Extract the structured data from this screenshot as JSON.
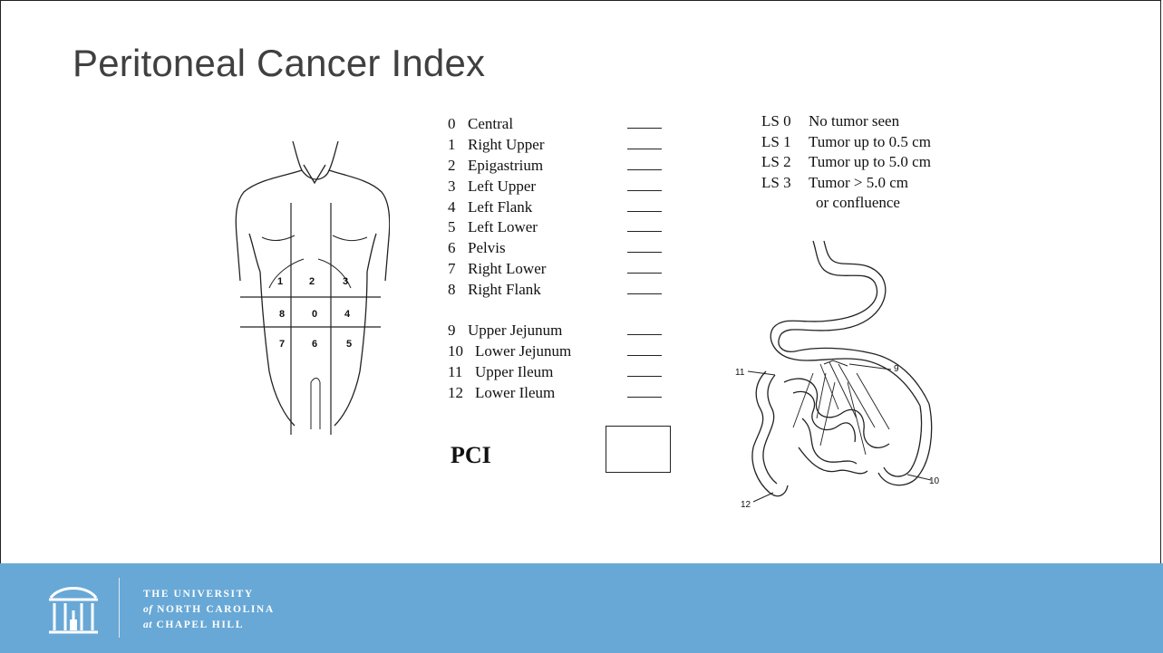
{
  "slide": {
    "title": "Peritoneal Cancer Index"
  },
  "regions": [
    {
      "num": "0",
      "label": "Central"
    },
    {
      "num": "1",
      "label": "Right Upper"
    },
    {
      "num": "2",
      "label": "Epigastrium"
    },
    {
      "num": "3",
      "label": "Left Upper"
    },
    {
      "num": "4",
      "label": "Left Flank"
    },
    {
      "num": "5",
      "label": "Left Lower"
    },
    {
      "num": "6",
      "label": "Pelvis"
    },
    {
      "num": "7",
      "label": "Right Lower"
    },
    {
      "num": "8",
      "label": "Right Flank"
    }
  ],
  "small_bowel_regions": [
    {
      "num": "9",
      "label": "Upper Jejunum"
    },
    {
      "num": "10",
      "label": "Lower Jejunum"
    },
    {
      "num": "11",
      "label": "Upper Ileum"
    },
    {
      "num": "12",
      "label": "Lower Ileum"
    }
  ],
  "pci": {
    "label": "PCI"
  },
  "lesion_size": [
    {
      "code": "LS 0",
      "desc": "No tumor seen"
    },
    {
      "code": "LS 1",
      "desc": "Tumor up to 0.5 cm"
    },
    {
      "code": "LS 2",
      "desc": "Tumor up to 5.0 cm"
    },
    {
      "code": "LS 3",
      "desc": "Tumor > 5.0 cm"
    }
  ],
  "lesion_size_cont": "or confluence",
  "torso_grid_labels": {
    "r1": "1",
    "r2": "2",
    "r3": "3",
    "r8": "8",
    "r0": "0",
    "r4": "4",
    "r7": "7",
    "r6": "6",
    "r5": "5"
  },
  "bowel_labels": {
    "b9": "9",
    "b10": "10",
    "b11": "11",
    "b12": "12"
  },
  "footer": {
    "line1": "THE UNIVERSITY",
    "line2_prefix": "of",
    "line2": "NORTH CAROLINA",
    "line3_prefix": "at",
    "line3": "CHAPEL HILL"
  },
  "colors": {
    "footer_bg": "#68a8d6",
    "title": "#404040"
  },
  "icons": {
    "logo": "old-well-icon"
  }
}
